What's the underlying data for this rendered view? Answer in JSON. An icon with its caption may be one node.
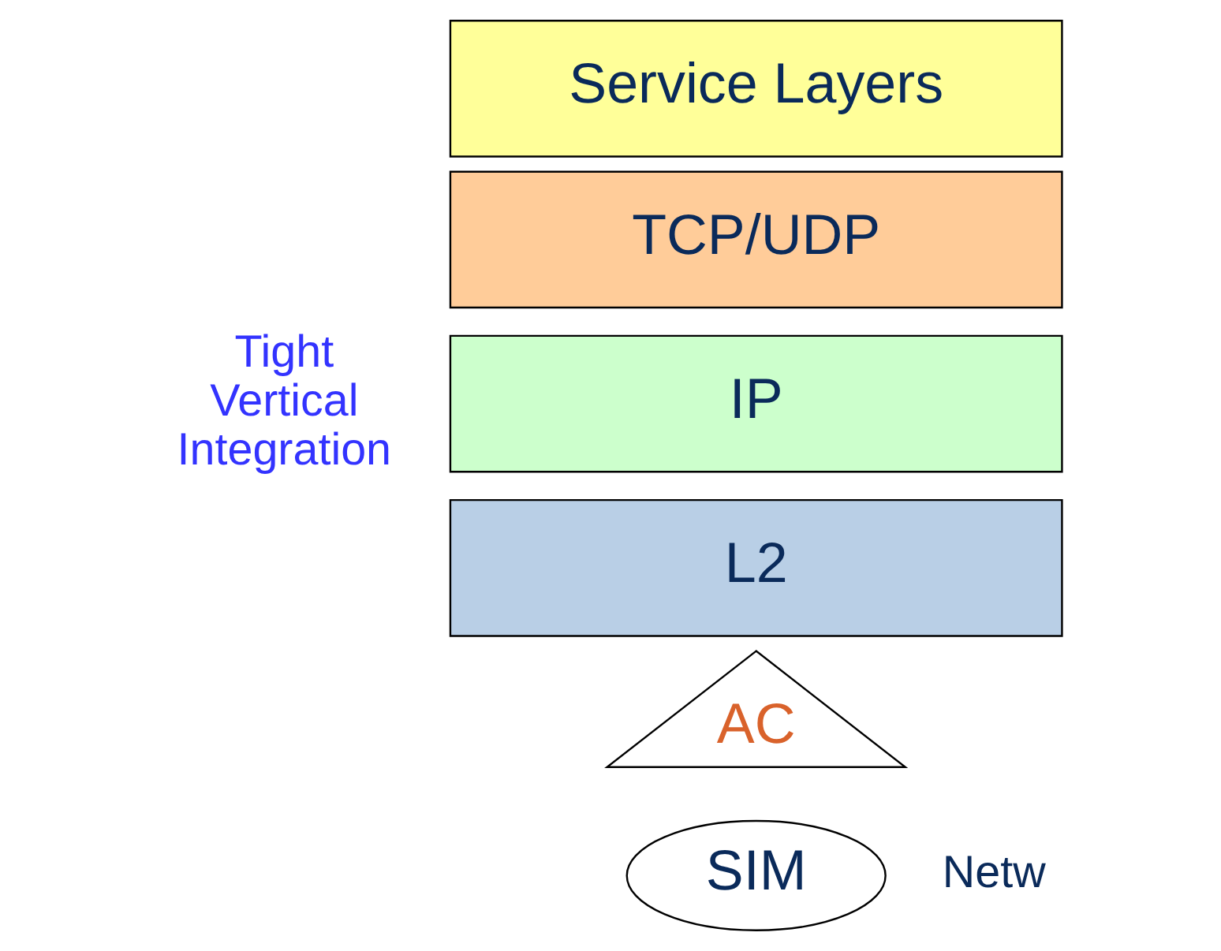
{
  "diagram": {
    "nodes": [
      {
        "text": [
          "Service Layers"
        ]
      },
      {
        "text": [
          "TCP/UDP"
        ]
      },
      {
        "text": [
          "IP"
        ]
      },
      {
        "text": [
          "L2"
        ]
      },
      {
        "text": [
          "AC"
        ]
      },
      {
        "text": [
          "SIM"
        ]
      }
    ],
    "labels": [
      "Tight Vertical Integration",
      "Netw"
    ]
  }
}
